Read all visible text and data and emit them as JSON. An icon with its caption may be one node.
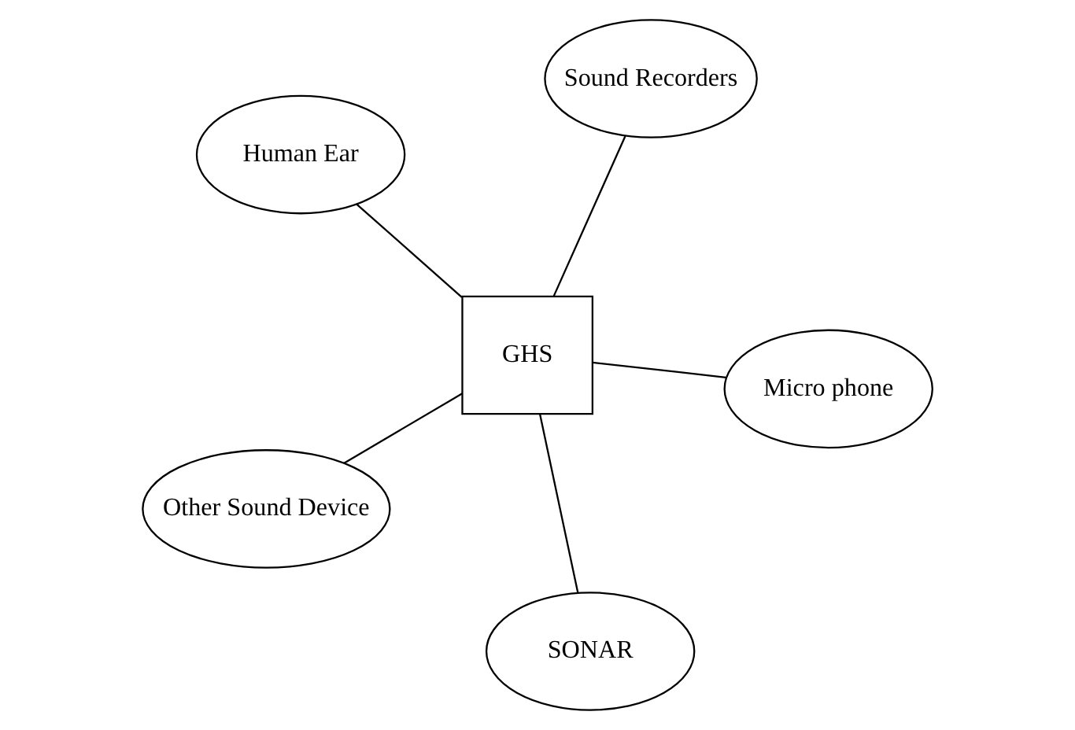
{
  "diagram": {
    "nodes": [
      {
        "text": [
          "Human Ear"
        ]
      },
      {
        "text": [
          "Micro phone"
        ]
      },
      {
        "text": [
          "SONAR"
        ]
      },
      {
        "text": [
          "GHS"
        ]
      },
      {
        "text": [
          "Sound Recorders"
        ]
      },
      {
        "text": [
          "Other Sound Device"
        ]
      }
    ],
    "edges": [
      {
        "from": 3,
        "to": 0,
        "arrow": "none"
      },
      {
        "from": 3,
        "to": 1,
        "arrow": "none"
      },
      {
        "from": 3,
        "to": 2,
        "arrow": "none"
      },
      {
        "from": 3,
        "to": 4,
        "arrow": "none"
      },
      {
        "from": 3,
        "to": 5,
        "arrow": "none"
      }
    ]
  }
}
